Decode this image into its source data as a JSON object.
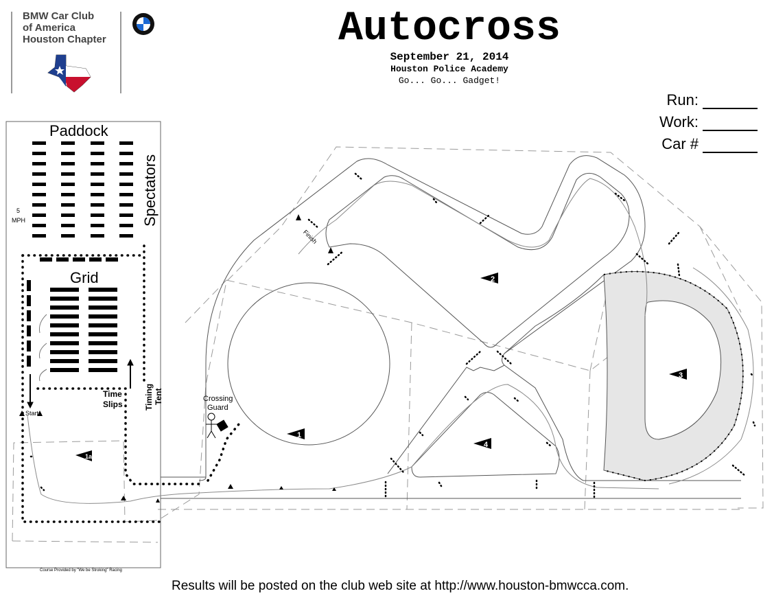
{
  "header": {
    "club_lines": [
      "BMW Car Club",
      "of America",
      "Houston Chapter"
    ],
    "title": "Autocross",
    "date": "September 21, 2014",
    "venue": "Houston Police Academy",
    "tagline": "Go... Go... Gadget!"
  },
  "form": {
    "run_label": "Run:",
    "work_label": "Work:",
    "car_label": "Car #"
  },
  "map_labels": {
    "paddock": "Paddock",
    "spectators": "Spectators",
    "speed_num": "5",
    "speed_unit": "MPH",
    "grid": "Grid",
    "time": "Time",
    "slips": "Slips",
    "timing": "Timing",
    "tent": "Tent",
    "start": "Start",
    "crossing": "Crossing",
    "guard": "Guard",
    "finish": "Finish"
  },
  "course_markers": [
    {
      "id": "1a",
      "label": "1a"
    },
    {
      "id": "1",
      "label": "1"
    },
    {
      "id": "2",
      "label": "2"
    },
    {
      "id": "3",
      "label": "3"
    },
    {
      "id": "4",
      "label": "4"
    }
  ],
  "footer": {
    "results": "Results will be posted on the club web site at http://www.houston-bmwcca.com.",
    "credit": "Course Provided by \"We be Stroking\" Racing"
  },
  "colors": {
    "ink": "#000000",
    "course_line": "#555555",
    "dashed_boundary": "#9a9a9a",
    "driving_line": "#8a8a8a",
    "shaded_area": "#e6e6e6",
    "club_text": "#444444",
    "texas_red": "#c8102e",
    "texas_blue": "#1f3f8f"
  }
}
